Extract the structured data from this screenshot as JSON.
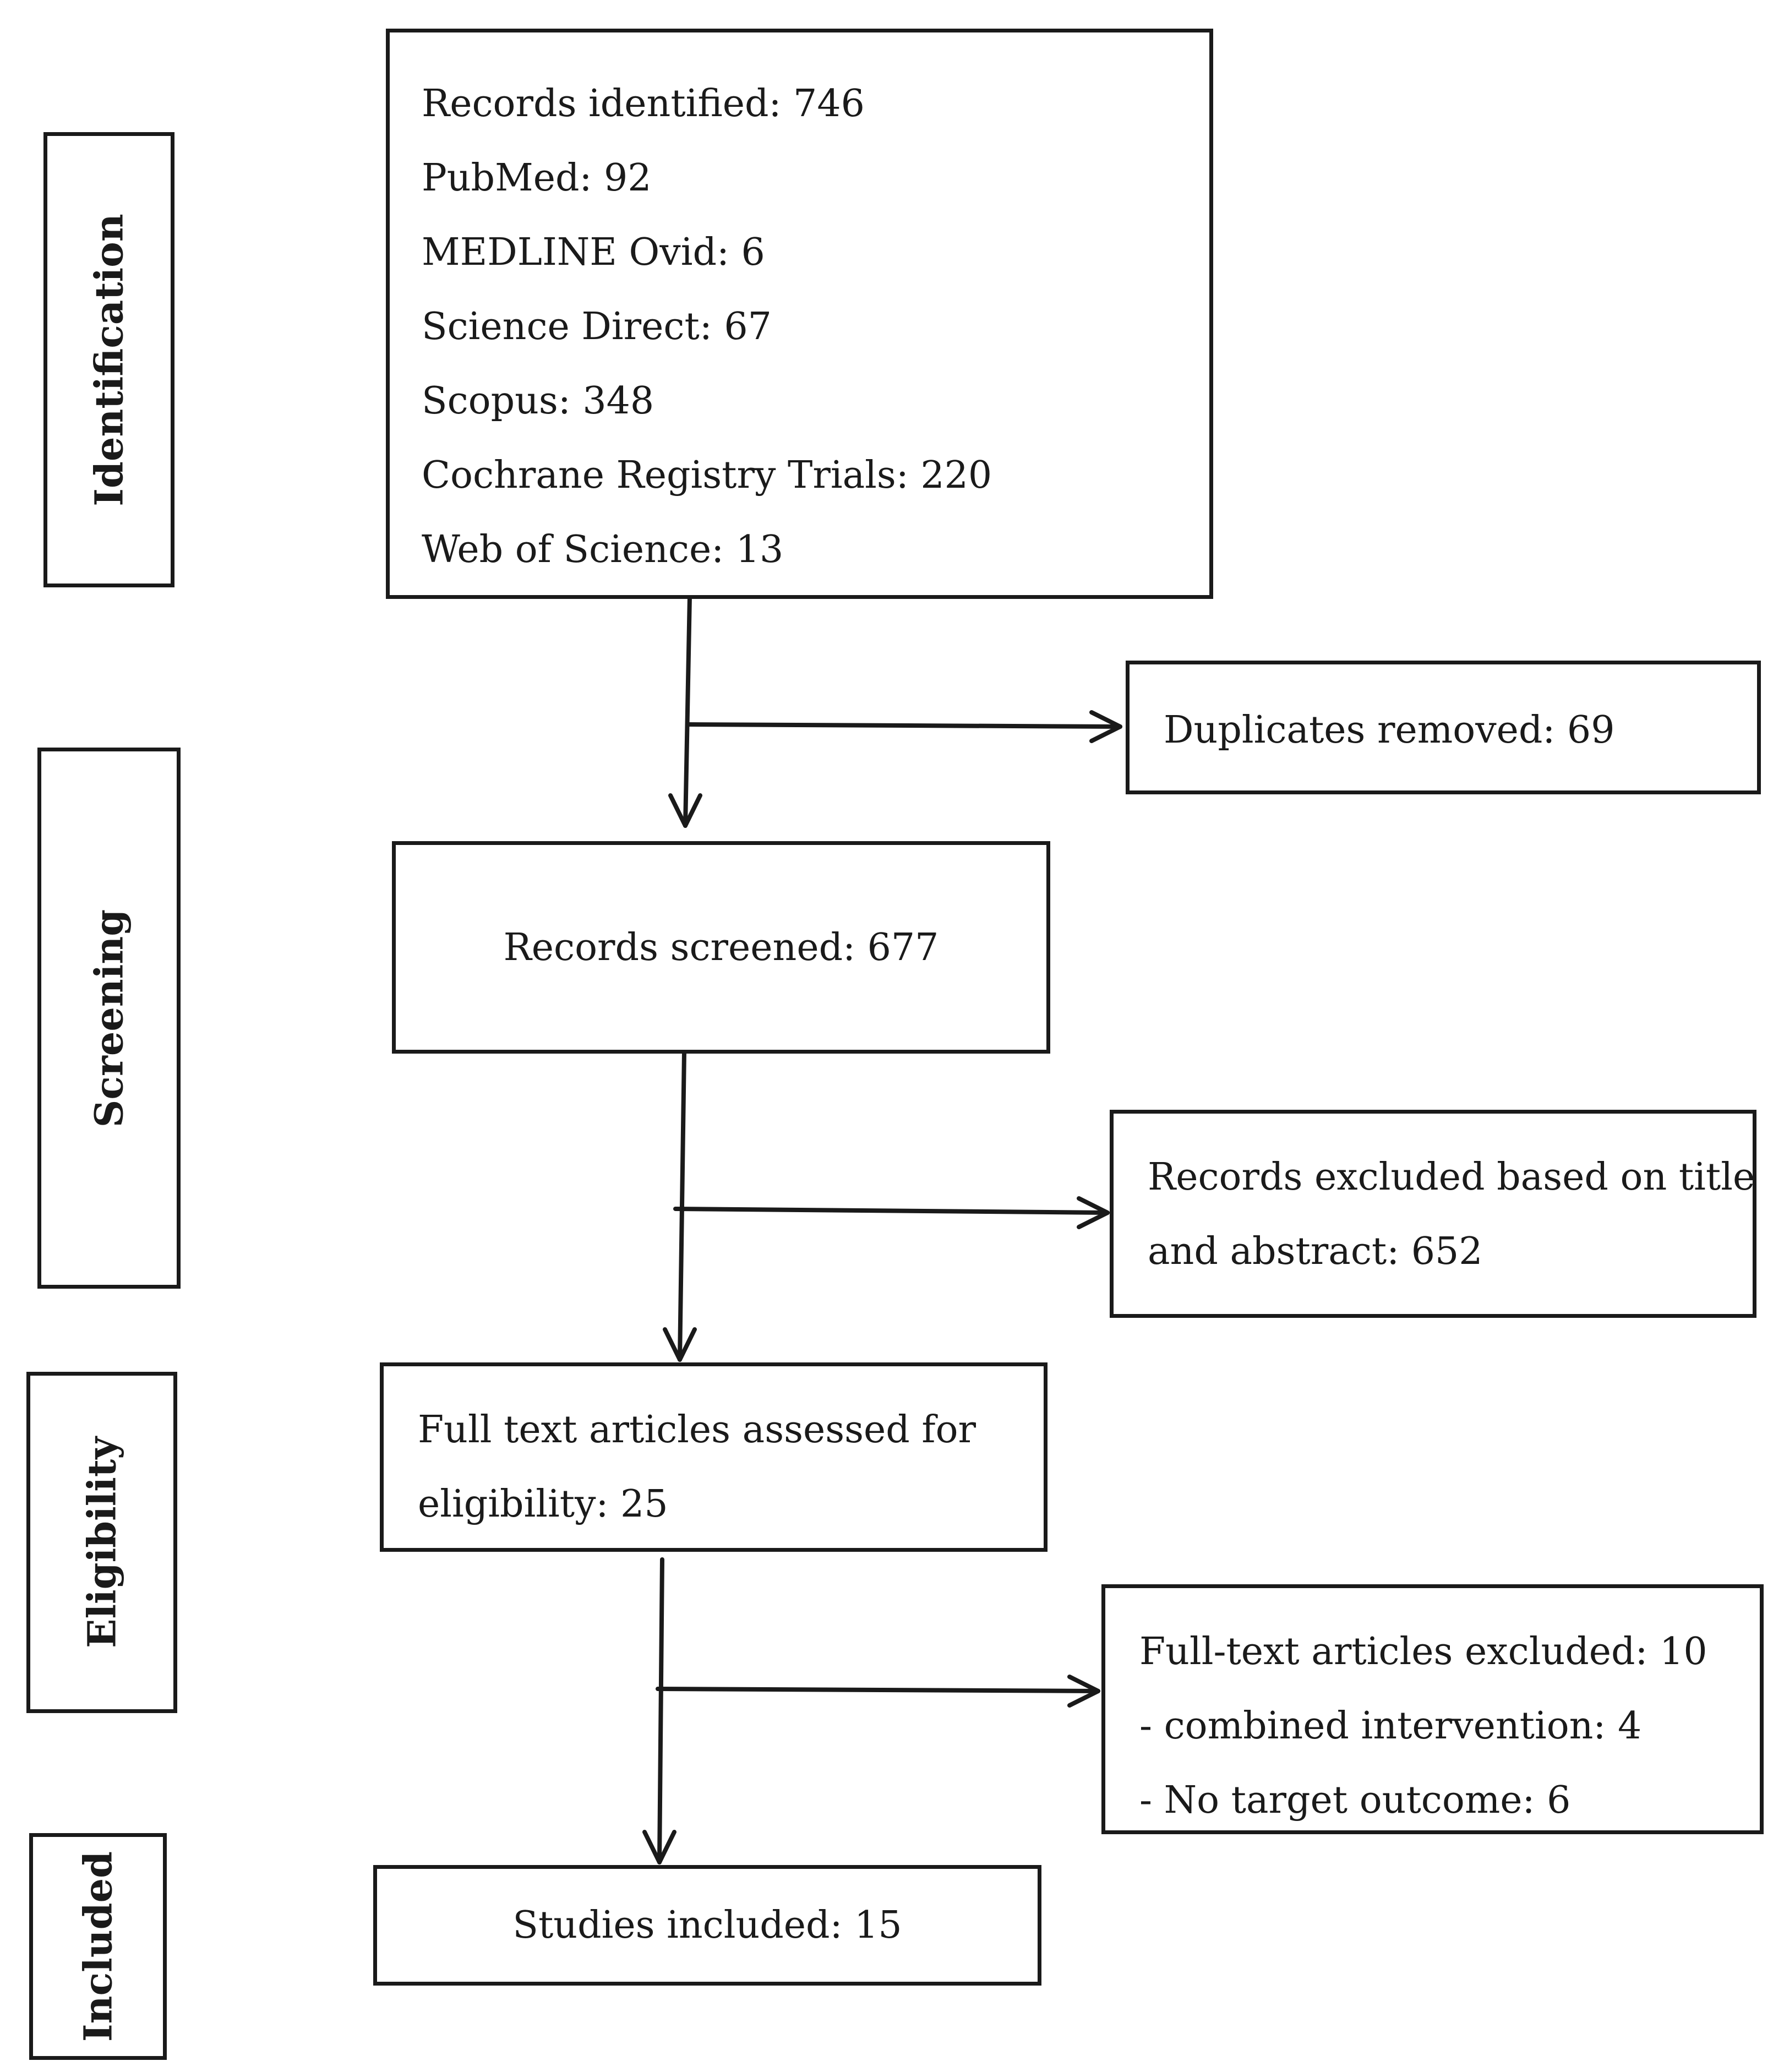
{
  "stages": [
    {
      "id": "identification",
      "label": "Identification"
    },
    {
      "id": "screening",
      "label": "Screening"
    },
    {
      "id": "eligibility",
      "label": "Eligibility"
    },
    {
      "id": "included",
      "label": "Included"
    }
  ],
  "nodes": {
    "records_identified": {
      "lines": [
        "Records identified: 746",
        "PubMed: 92",
        "MEDLINE Ovid: 6",
        "Science Direct: 67",
        "Scopus: 348",
        "Cochrane Registry Trials: 220",
        "Web of Science: 13"
      ]
    },
    "duplicates_removed": {
      "text": "Duplicates removed: 69"
    },
    "records_screened": {
      "text": "Records screened: 677"
    },
    "records_excluded": {
      "lines": [
        "Records excluded based on title",
        "and abstract: 652"
      ]
    },
    "fulltext_assessed": {
      "lines": [
        "Full text articles assessed for",
        "eligibility: 25"
      ]
    },
    "fulltext_excluded": {
      "lines": [
        "Full-text articles excluded: 10",
        "- combined intervention: 4",
        "- No target outcome: 6"
      ]
    },
    "studies_included": {
      "text": "Studies included: 15"
    }
  },
  "edges": [
    {
      "from": "records_identified",
      "to": "records_screened"
    },
    {
      "from": "records_identified",
      "to": "duplicates_removed"
    },
    {
      "from": "records_screened",
      "to": "fulltext_assessed"
    },
    {
      "from": "records_screened",
      "to": "records_excluded"
    },
    {
      "from": "fulltext_assessed",
      "to": "studies_included"
    },
    {
      "from": "fulltext_assessed",
      "to": "fulltext_excluded"
    }
  ]
}
